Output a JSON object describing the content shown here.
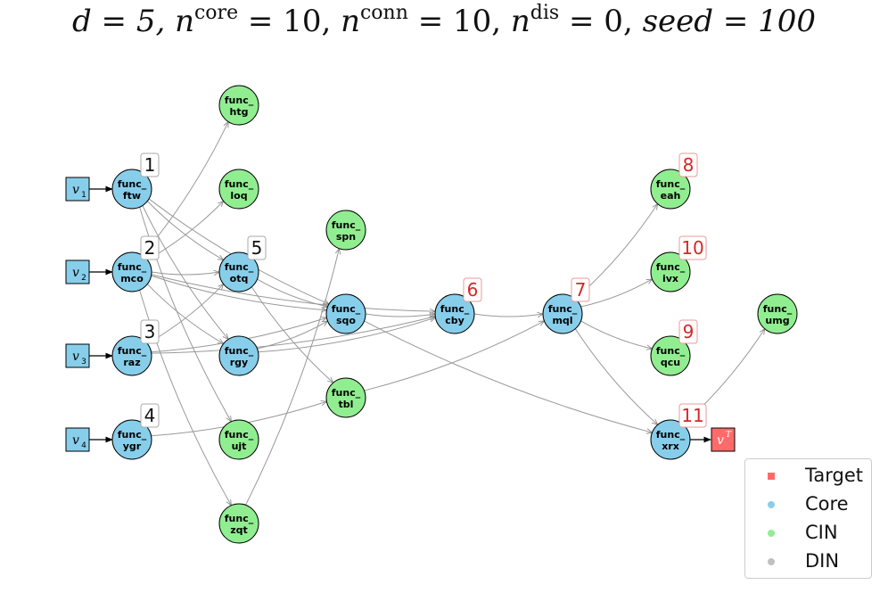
{
  "title": {
    "d": "d = 5, ",
    "n1": "n",
    "n1_sup": "core",
    "n1_val": " = 10, ",
    "n2": "n",
    "n2_sup": "conn",
    "n2_val": " = 10, ",
    "n3": "n",
    "n3_sup": "dis",
    "n3_val": " = 0, ",
    "seed": "seed = 100"
  },
  "colors": {
    "core": "#87CEEB",
    "cin": "#90EE90",
    "target": "#FF6B6B",
    "din": "#C0C0C0",
    "edge": "#999999",
    "badge_black": "#111111",
    "badge_red": "#D62728"
  },
  "inputs": [
    {
      "id": "v1",
      "label": "v",
      "sub": "1"
    },
    {
      "id": "v2",
      "label": "v",
      "sub": "2"
    },
    {
      "id": "v3",
      "label": "v",
      "sub": "3"
    },
    {
      "id": "v4",
      "label": "v",
      "sub": "4"
    }
  ],
  "target": {
    "id": "vT",
    "label": "v",
    "sup": "T"
  },
  "nodes": [
    {
      "id": "ftw",
      "line1": "func_",
      "line2": "ftw",
      "kind": "core"
    },
    {
      "id": "mco",
      "line1": "func_",
      "line2": "mco",
      "kind": "core"
    },
    {
      "id": "raz",
      "line1": "func_",
      "line2": "raz",
      "kind": "core"
    },
    {
      "id": "ygr",
      "line1": "func_",
      "line2": "ygr",
      "kind": "core"
    },
    {
      "id": "htg",
      "line1": "func_",
      "line2": "htg",
      "kind": "cin"
    },
    {
      "id": "loq",
      "line1": "func_",
      "line2": "loq",
      "kind": "cin"
    },
    {
      "id": "otq",
      "line1": "func_",
      "line2": "otq",
      "kind": "core"
    },
    {
      "id": "rgy",
      "line1": "func_",
      "line2": "rgy",
      "kind": "core"
    },
    {
      "id": "ujt",
      "line1": "func_",
      "line2": "ujt",
      "kind": "cin"
    },
    {
      "id": "zqt",
      "line1": "func_",
      "line2": "zqt",
      "kind": "cin"
    },
    {
      "id": "spn",
      "line1": "func_",
      "line2": "spn",
      "kind": "cin"
    },
    {
      "id": "sqo",
      "line1": "func_",
      "line2": "sqo",
      "kind": "core"
    },
    {
      "id": "tbl",
      "line1": "func_",
      "line2": "tbl",
      "kind": "cin"
    },
    {
      "id": "cby",
      "line1": "func_",
      "line2": "cby",
      "kind": "core"
    },
    {
      "id": "mql",
      "line1": "func_",
      "line2": "mql",
      "kind": "core"
    },
    {
      "id": "eah",
      "line1": "func_",
      "line2": "eah",
      "kind": "cin"
    },
    {
      "id": "ivx",
      "line1": "func_",
      "line2": "ivx",
      "kind": "cin"
    },
    {
      "id": "qcu",
      "line1": "func_",
      "line2": "qcu",
      "kind": "cin"
    },
    {
      "id": "xrx",
      "line1": "func_",
      "line2": "xrx",
      "kind": "core"
    },
    {
      "id": "umg",
      "line1": "func_",
      "line2": "umg",
      "kind": "cin"
    }
  ],
  "badges": [
    {
      "node": "ftw",
      "text": "1",
      "color": "black"
    },
    {
      "node": "mco",
      "text": "2",
      "color": "black"
    },
    {
      "node": "raz",
      "text": "3",
      "color": "black"
    },
    {
      "node": "ygr",
      "text": "4",
      "color": "black"
    },
    {
      "node": "otq",
      "text": "5",
      "color": "black"
    },
    {
      "node": "cby",
      "text": "6",
      "color": "red"
    },
    {
      "node": "mql",
      "text": "7",
      "color": "red"
    },
    {
      "node": "eah",
      "text": "8",
      "color": "red"
    },
    {
      "node": "qcu",
      "text": "9",
      "color": "red"
    },
    {
      "node": "ivx",
      "text": "10",
      "color": "red"
    },
    {
      "node": "xrx",
      "text": "11",
      "color": "red"
    }
  ],
  "edges": [
    [
      "v1",
      "ftw"
    ],
    [
      "v2",
      "mco"
    ],
    [
      "v3",
      "raz"
    ],
    [
      "v4",
      "ygr"
    ],
    [
      "ftw",
      "otq"
    ],
    [
      "ftw",
      "rgy"
    ],
    [
      "ftw",
      "sqo"
    ],
    [
      "ftw",
      "ujt"
    ],
    [
      "mco",
      "htg"
    ],
    [
      "mco",
      "loq"
    ],
    [
      "mco",
      "otq"
    ],
    [
      "mco",
      "sqo"
    ],
    [
      "mco",
      "cby"
    ],
    [
      "mco",
      "rgy"
    ],
    [
      "mco",
      "zqt"
    ],
    [
      "raz",
      "otq"
    ],
    [
      "raz",
      "sqo"
    ],
    [
      "raz",
      "cby"
    ],
    [
      "ygr",
      "tbl"
    ],
    [
      "otq",
      "sqo"
    ],
    [
      "otq",
      "tbl"
    ],
    [
      "rgy",
      "sqo"
    ],
    [
      "rgy",
      "cby"
    ],
    [
      "zqt",
      "spn"
    ],
    [
      "sqo",
      "cby"
    ],
    [
      "sqo",
      "xrx"
    ],
    [
      "tbl",
      "mql"
    ],
    [
      "cby",
      "mql"
    ],
    [
      "mql",
      "eah"
    ],
    [
      "mql",
      "ivx"
    ],
    [
      "mql",
      "qcu"
    ],
    [
      "mql",
      "xrx"
    ],
    [
      "xrx",
      "umg"
    ],
    [
      "xrx",
      "vT"
    ]
  ],
  "legend": [
    {
      "label": "Target",
      "kind": "target",
      "marker": "square"
    },
    {
      "label": "Core",
      "kind": "core",
      "marker": "circle"
    },
    {
      "label": "CIN",
      "kind": "cin",
      "marker": "circle"
    },
    {
      "label": "DIN",
      "kind": "din",
      "marker": "circle"
    }
  ]
}
